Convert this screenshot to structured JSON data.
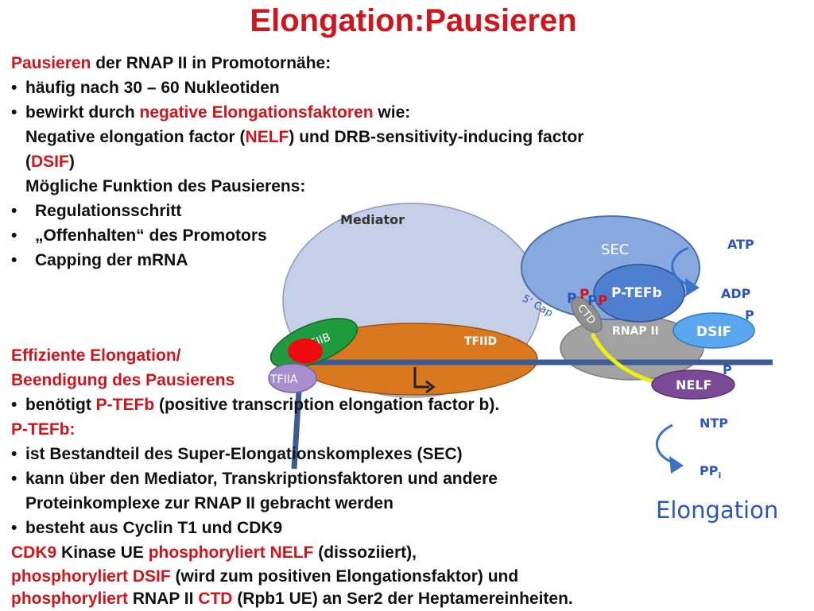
{
  "title": "Elongation:Pausieren",
  "text": {
    "pause_head_red": "Pausieren",
    "pause_head_rest": " der RNAP II in Promotornähe:",
    "bullet1": "häufig nach 30 – 60 Nukleotiden",
    "bullet2_pre": "bewirkt durch ",
    "bullet2_red": "negative Elongationsfaktoren",
    "bullet2_post": " wie:",
    "nelf_line_pre": "Negative elongation factor (",
    "nelf_line_red": "NELF",
    "nelf_line_post": ") und DRB-sensitivity-inducing factor",
    "dsif_open": "(",
    "dsif_red": "DSIF",
    "dsif_close": ")",
    "function_head": "Mögliche Funktion des Pausierens:",
    "func1": "Regulationsschritt",
    "func2": "„Offenhalten“ des Promotors",
    "func3": "Capping der mRNA",
    "eff_head1": "Effiziente Elongation/",
    "eff_head2": "Beendigung des Pausierens",
    "eff_b1_pre": "benötigt ",
    "eff_b1_red": "P-TEFb",
    "eff_b1_post": " (positive transcription elongation factor b).",
    "ptefb_head": "P-TEFb:",
    "pt_b1": "ist Bestandteil des Super-Elongationskomplexes (SEC)",
    "pt_b2": "kann über den Mediator, Transkriptionsfaktoren und andere",
    "pt_b2_cont": "Proteinkomplexe zur RNAP II gebracht werden",
    "pt_b3": "besteht aus Cyclin T1 und CDK9",
    "cdk9_red": "CDK9",
    "cdk9_mid": " Kinase UE ",
    "cdk9_red2": "phosphoryliert NELF",
    "cdk9_post": " (dissoziiert),",
    "line2_red": "phosphoryliert DSIF",
    "line2_post": " (wird zum positiven Elongationsfaktor) und",
    "line3_red": "phosphoryliert",
    "line3_mid": " RNAP II ",
    "line3_red2": "CTD",
    "line3_post": " (Rpb1 UE) an Ser2 der Heptamereinheiten.",
    "bullet_char": "•"
  },
  "diagram": {
    "mediator": "Mediator",
    "sec": "SEC",
    "ptefb": "P-TEFb",
    "tfiib": "TFIIB",
    "tfiid": "TFIID",
    "tfiia": "TFIIA",
    "rnap2": "RNAP II",
    "dsif": "DSIF",
    "nelf": "NELF",
    "ctd": "CTD",
    "cap": "5‘ Cap",
    "p": "P",
    "atp": "ATP",
    "adp": "ADP",
    "ntp": "NTP",
    "ppi_main": "PP",
    "ppi_sub": "i",
    "elongation": "Elongation"
  },
  "colors": {
    "title_red": "#d2141c",
    "mediator_fill": "#c5cfe8",
    "sec_fill": "#87a9e0",
    "ptefb_fill": "#4f7fcf",
    "tfiid_fill": "#d9781f",
    "tfiib_fill": "#1f9a3c",
    "tfiia_fill": "#a98fce",
    "rnap_fill": "#a2a2a2",
    "dsif_fill": "#5aa7f0",
    "nelf_fill": "#7a4a96",
    "dna_blue": "#3c5c95",
    "arrow_blue": "#3a72c8",
    "rna_yellow": "#f1ee12",
    "tfiib_red": "#ee0a10"
  }
}
